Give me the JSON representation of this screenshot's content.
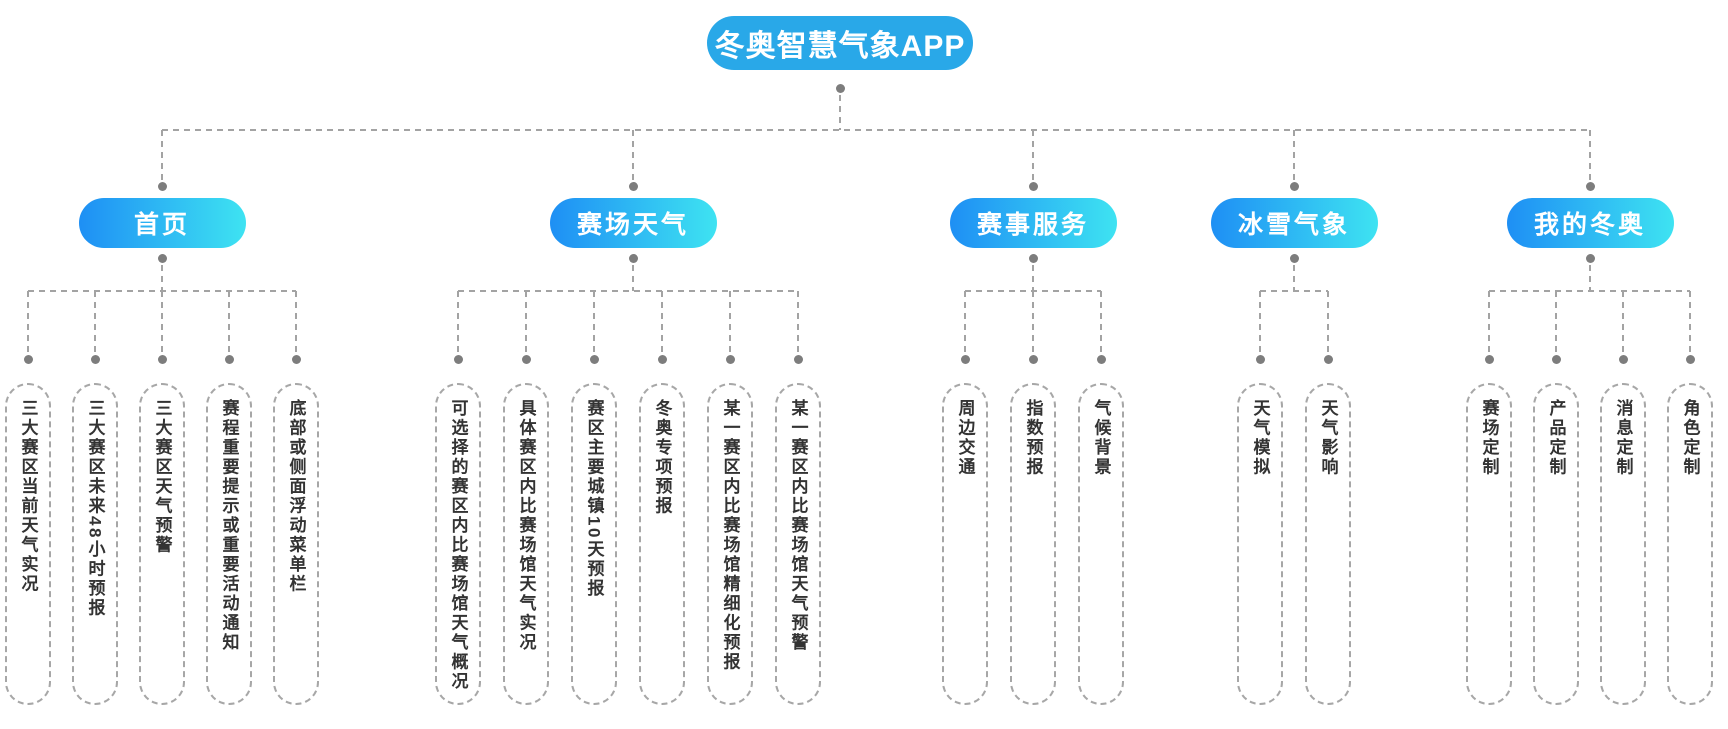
{
  "tree": {
    "root": "冬奥智慧气象APP",
    "branches": [
      {
        "label": "首页",
        "children": [
          "三大赛区当前天气实况",
          "三大赛区未来48小时预报",
          "三大赛区天气预警",
          "赛程重要提示或重要活动通知",
          "底部或侧面浮动菜单栏"
        ]
      },
      {
        "label": "赛场天气",
        "children": [
          "可选择的赛区内比赛场馆天气概况",
          "具体赛区内比赛场馆天气实况",
          "赛区主要城镇10天预报",
          "冬奥专项预报",
          "某一赛区内比赛场馆精细化预报",
          "某一赛区内比赛场馆天气预警"
        ]
      },
      {
        "label": "赛事服务",
        "children": [
          "周边交通",
          "指数预报",
          "气候背景"
        ]
      },
      {
        "label": "冰雪气象",
        "children": [
          "天气模拟",
          "天气影响"
        ]
      },
      {
        "label": "我的冬奥",
        "children": [
          "赛场定制",
          "产品定制",
          "消息定制",
          "角色定制"
        ]
      }
    ],
    "colors": {
      "root_fill": "#29a8e8",
      "branch_gradient_start": "#1e8ff4",
      "branch_gradient_end": "#3ee3f2",
      "pill_text": "#ffffff",
      "connector": "#a3a3a3",
      "dot": "#7d7d7d",
      "leaf_border": "#a7a7a7",
      "leaf_text": "#333333"
    }
  }
}
